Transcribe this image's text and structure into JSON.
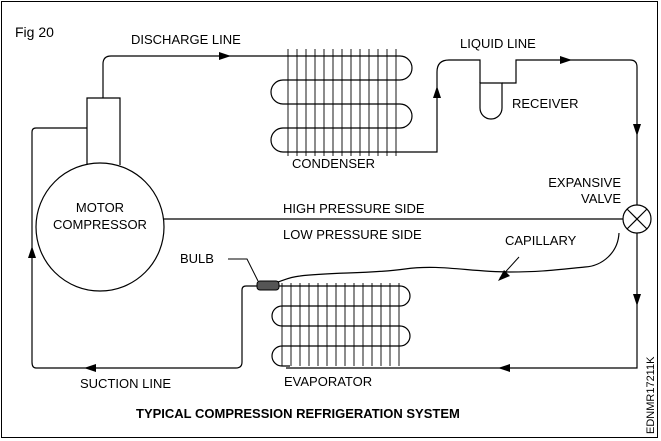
{
  "figure": {
    "fig_number": "Fig 20",
    "title": "TYPICAL COMPRESSION REFRIGERATION SYSTEM",
    "code": "EDNMR17211K"
  },
  "components": {
    "compressor": [
      "MOTOR",
      "COMPRESSOR"
    ],
    "condenser": "CONDENSER",
    "receiver": "RECEIVER",
    "expansion_valve": [
      "EXPANSIVE",
      "VALVE"
    ],
    "evaporator": "EVAPORATOR",
    "bulb": "BULB",
    "capillary": "CAPILLARY"
  },
  "lines": {
    "discharge": "DISCHARGE LINE",
    "liquid": "LIQUID LINE",
    "suction": "SUCTION LINE"
  },
  "sides": {
    "high": "HIGH PRESSURE SIDE",
    "low": "LOW PRESSURE SIDE"
  }
}
